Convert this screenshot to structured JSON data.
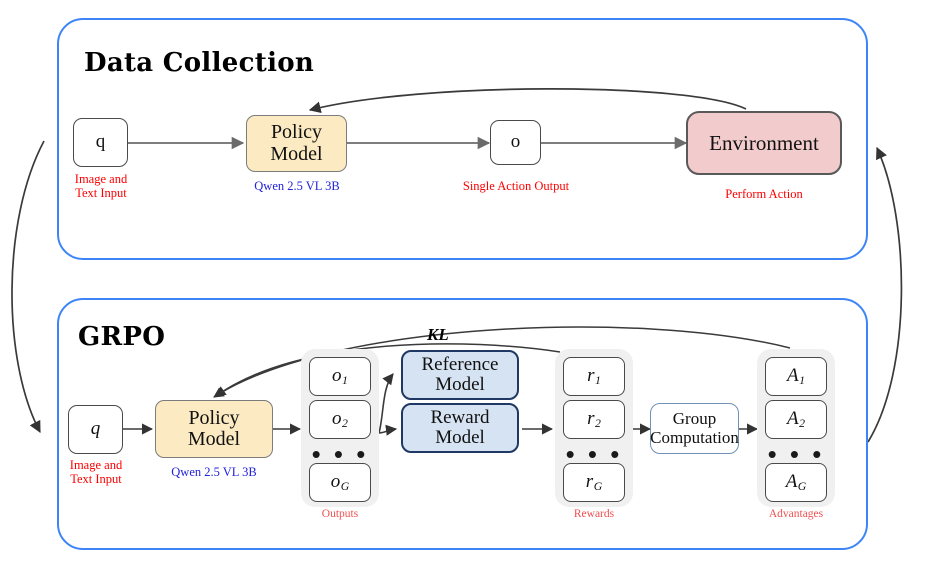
{
  "figure": {
    "panels": [
      {
        "id": "data-collection",
        "title": "Data Collection"
      },
      {
        "id": "grpo",
        "title": "GRPO"
      }
    ],
    "colors": {
      "panel_border": "#3d85f7",
      "policy_fill": "#fbeac2",
      "environment_fill": "#f2cccc",
      "model_fill": "#d5e3f2",
      "caption_red": "#ff0000",
      "caption_blue": "#2222dd",
      "group_fill": "#f0f0f0"
    }
  },
  "data_collection": {
    "title": "Data Collection",
    "query_box": "q",
    "query_caption": "Image and\nText Input",
    "policy_box": "Policy\nModel",
    "policy_caption": "Qwen 2.5 VL 3B",
    "output_box": "o",
    "output_caption": "Single Action Output",
    "environment_box": "Environment",
    "environment_caption": "Perform Action"
  },
  "grpo": {
    "title": "GRPO",
    "query_box": "q",
    "query_caption": "Image and\nText Input",
    "policy_box": "Policy\nModel",
    "policy_caption": "Qwen 2.5 VL 3B",
    "kl_label": "KL",
    "outputs": {
      "caption": "Outputs",
      "items": [
        {
          "base": "o",
          "sub": "1"
        },
        {
          "base": "o",
          "sub": "2"
        },
        {
          "base": "o",
          "sub": "G"
        }
      ],
      "ellipsis": "• • •"
    },
    "reference_model": "Reference\nModel",
    "reward_model": "Reward\nModel",
    "rewards": {
      "caption": "Rewards",
      "items": [
        {
          "base": "r",
          "sub": "1"
        },
        {
          "base": "r",
          "sub": "2"
        },
        {
          "base": "r",
          "sub": "G"
        }
      ],
      "ellipsis": "• • •"
    },
    "group_computation": "Group\nComputation",
    "advantages": {
      "caption": "Advantages",
      "items": [
        {
          "base": "A",
          "sub": "1"
        },
        {
          "base": "A",
          "sub": "2"
        },
        {
          "base": "A",
          "sub": "G"
        }
      ],
      "ellipsis": "• • •"
    }
  }
}
